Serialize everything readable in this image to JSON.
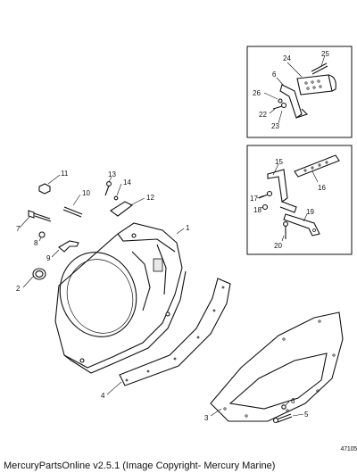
{
  "callouts": {
    "c1": "1",
    "c2": "2",
    "c3": "3",
    "c4": "4",
    "c5": "5",
    "c6": "6",
    "c6b": "6",
    "c7": "7",
    "c8": "8",
    "c9": "9",
    "c10": "10",
    "c11": "11",
    "c12": "12",
    "c13": "13",
    "c14": "14",
    "c15": "15",
    "c16": "16",
    "c17": "17",
    "c18": "18",
    "c19": "19",
    "c20": "20",
    "c22": "22",
    "c23": "23",
    "c24": "24",
    "c25": "25",
    "c26": "26"
  },
  "figure_number": "47105",
  "copyright": "MercuryPartsOnline v2.5.1 (Image Copyright- Mercury Marine)"
}
